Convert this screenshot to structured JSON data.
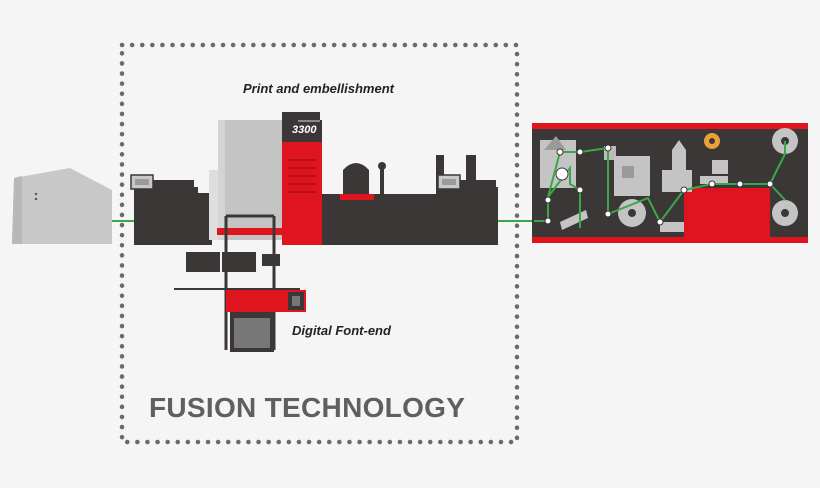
{
  "diagram": {
    "title": "FUSION TECHNOLOGY",
    "print_label": "Print and embellishment",
    "frontend_label": "Digital Font-end",
    "model_number": "3300"
  },
  "colors": {
    "background": "#f5f5f5",
    "machine_dark": "#3b3736",
    "accent_red": "#e0141e",
    "web_green": "#3aa848",
    "frame_dots": "#6a6a6a",
    "panel_grey": "#c4c4c4",
    "title_grey": "#5f5f5f"
  }
}
